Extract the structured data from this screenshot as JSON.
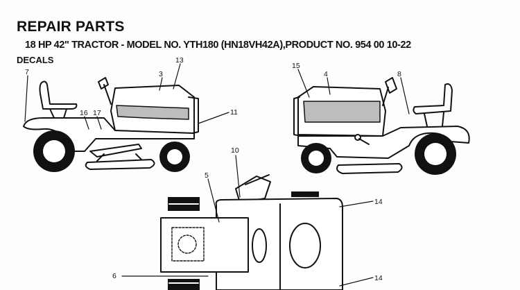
{
  "header": {
    "title": "REPAIR PARTS",
    "subtitle": "18 HP 42\" TRACTOR - MODEL NO. YTH180 (HN18VH42A),PRODUCT NO. 954 00 10-22",
    "section": "DECALS"
  },
  "callouts": {
    "left_view": [
      "7",
      "3",
      "13",
      "16",
      "17",
      "11"
    ],
    "right_view": [
      "15",
      "4",
      "8"
    ],
    "top_view": [
      "10",
      "5",
      "14",
      "6",
      "14"
    ]
  },
  "colors": {
    "ink": "#111111",
    "paper": "#fdfdfb",
    "shade": "#bdbdbd"
  }
}
